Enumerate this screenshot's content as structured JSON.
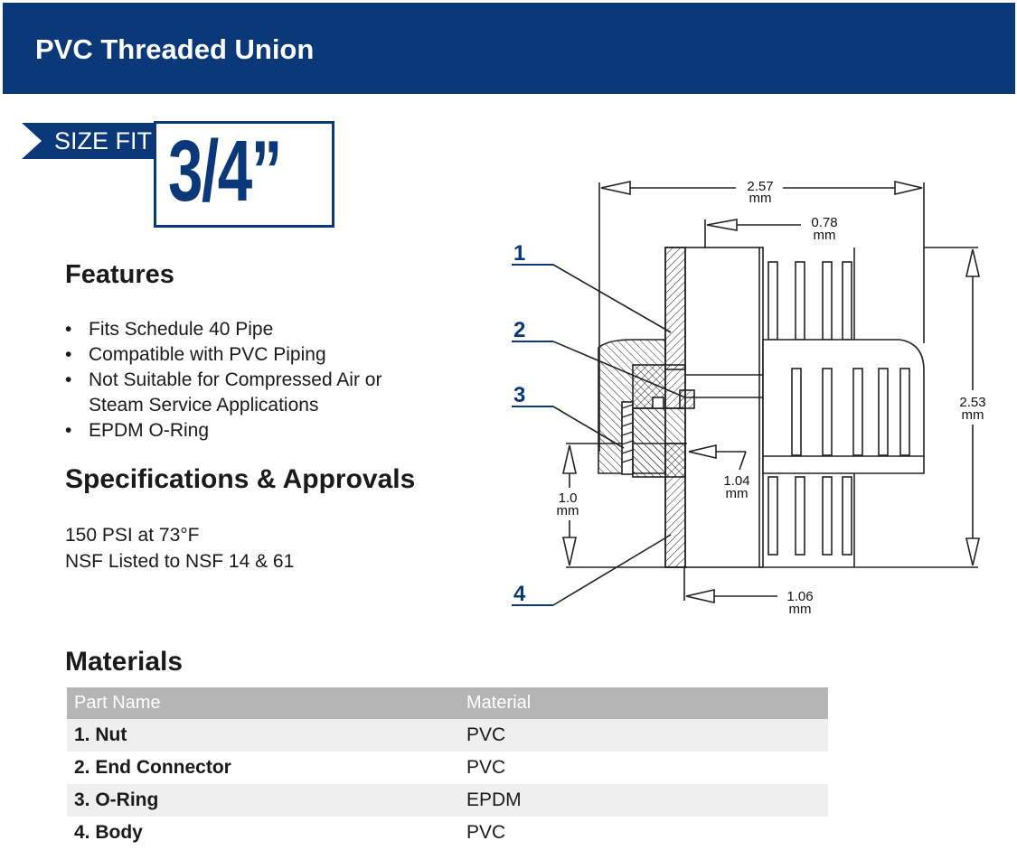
{
  "header": {
    "title": "PVC Threaded Union"
  },
  "size": {
    "label": "SIZE FIT",
    "value": "3/4”"
  },
  "features": {
    "heading": "Features",
    "items": [
      "Fits Schedule 40 Pipe",
      "Compatible with PVC Piping",
      "Not Suitable for Compressed Air or",
      "Steam Service Applications",
      "EPDM O-Ring"
    ]
  },
  "specs": {
    "heading": "Specifications & Approvals",
    "lines": [
      "150 PSI at 73°F",
      "NSF Listed to NSF 14 & 61"
    ]
  },
  "diagram": {
    "callouts": [
      "1",
      "2",
      "3",
      "4"
    ],
    "dimensions": {
      "overall_width": "2.57",
      "offset_top": "0.78",
      "height": "2.53",
      "left_height": "1.0",
      "inner": "1.04",
      "bottom": "1.06",
      "unit": "mm"
    }
  },
  "materials": {
    "heading": "Materials",
    "columns": [
      "Part Name",
      "Material"
    ],
    "rows": [
      {
        "part": "1. Nut",
        "material": "PVC"
      },
      {
        "part": "2. End Connector",
        "material": "PVC"
      },
      {
        "part": "3. O-Ring",
        "material": "EPDM"
      },
      {
        "part": "4. Body",
        "material": "PVC"
      }
    ]
  },
  "colors": {
    "brand_navy": "#0a3878",
    "table_header": "#b5b5b5",
    "row_shade": "#efefef"
  }
}
